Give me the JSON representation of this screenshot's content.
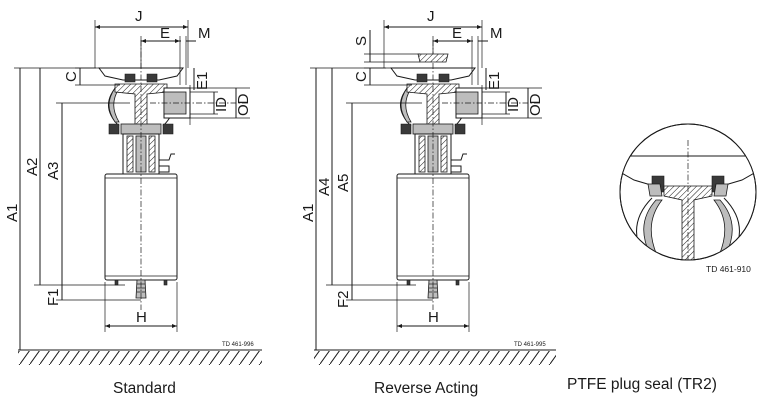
{
  "labels": {
    "J": "J",
    "E": "E",
    "M": "M",
    "S": "S",
    "C": "C",
    "E1": "E1",
    "ID": "ID",
    "OD": "OD",
    "A1": "A1",
    "A2": "A2",
    "A3": "A3",
    "A4": "A4",
    "A5": "A5",
    "F1": "F1",
    "F2": "F2",
    "H": "H"
  },
  "drawing_refs": {
    "standard": "TD 461-996",
    "reverse": "TD 461-995",
    "detail": "TD 461-910"
  },
  "captions": {
    "standard": "Standard",
    "reverse": "Reverse Acting",
    "detail": "PTFE plug seal (TR2)"
  }
}
